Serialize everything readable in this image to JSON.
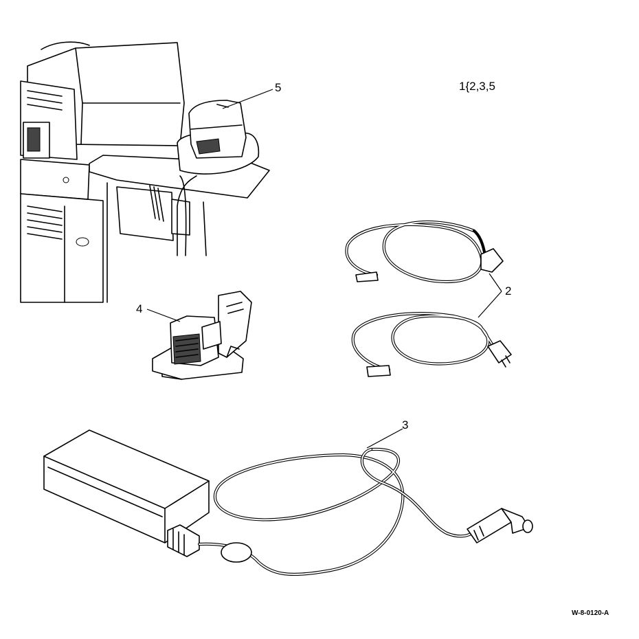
{
  "callouts": {
    "item_5": "5",
    "item_4": "4",
    "item_2": "2",
    "item_3": "3"
  },
  "kit_note": "1{2,3,5",
  "figure_id": "W-8-0120-A"
}
